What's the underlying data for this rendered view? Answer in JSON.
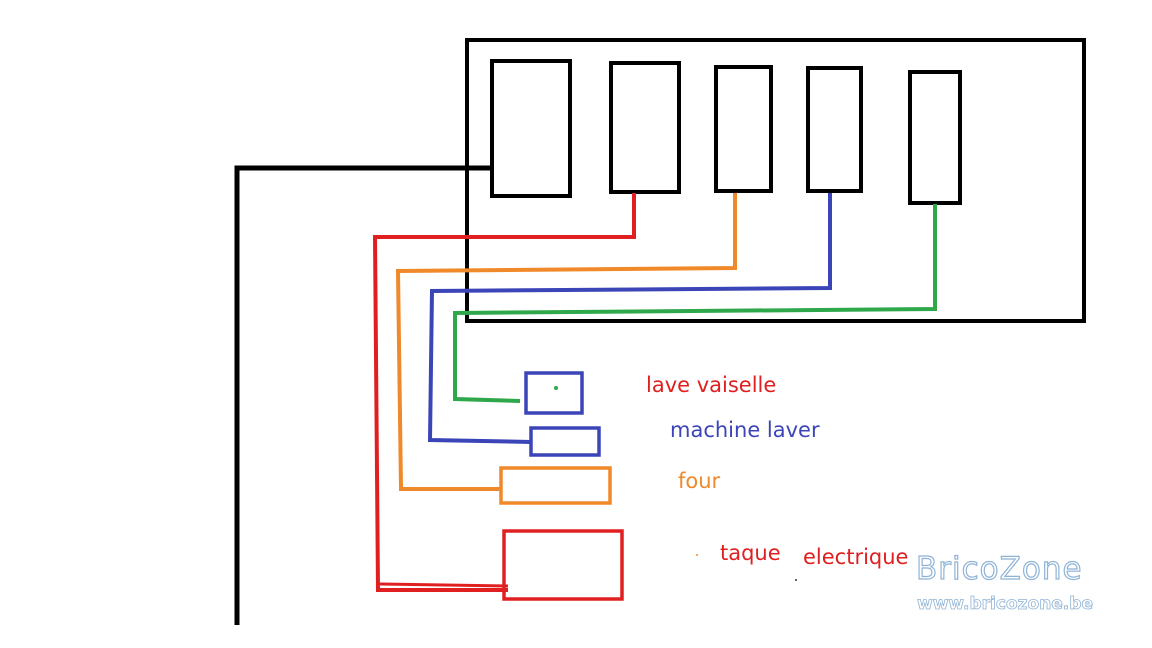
{
  "labels": {
    "dishwasher": "lave vaiselle",
    "washing_machine": "machine laver",
    "oven": "four",
    "hob_word1": "taque",
    "hob_word2": "electrique"
  },
  "watermark": {
    "brand": "BricoZone",
    "url": "www.bricozone.be"
  },
  "colors": {
    "frame": "#000000",
    "red": "#e02020",
    "orange": "#f0892a",
    "blue": "#3b45b8",
    "green": "#2ea84a",
    "watermark": "#8fb3d6"
  }
}
